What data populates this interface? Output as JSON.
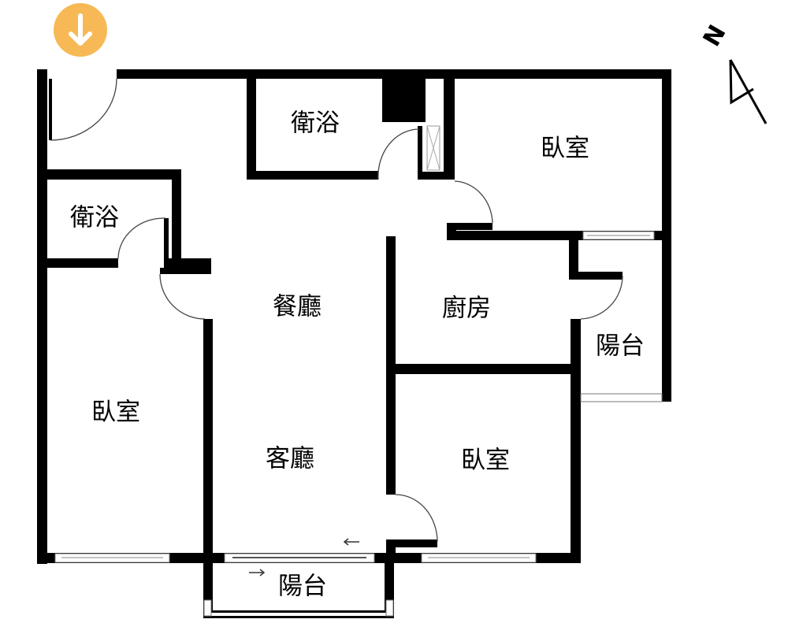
{
  "plan": {
    "rooms": [
      {
        "id": "bath-top",
        "label": "衛浴"
      },
      {
        "id": "bath-left",
        "label": "衛浴"
      },
      {
        "id": "bedroom-top-right",
        "label": "臥室"
      },
      {
        "id": "dining-room",
        "label": "餐廳"
      },
      {
        "id": "kitchen",
        "label": "廚房"
      },
      {
        "id": "balcony-right",
        "label": "陽台"
      },
      {
        "id": "bedroom-left",
        "label": "臥室"
      },
      {
        "id": "living-room",
        "label": "客廳"
      },
      {
        "id": "bedroom-bottom-right",
        "label": "臥室"
      },
      {
        "id": "balcony-bottom",
        "label": "陽台"
      }
    ],
    "compass": {
      "label": "N"
    },
    "entry_marker": {
      "icon": "download-arrow-icon",
      "color": "#F7B955"
    }
  }
}
